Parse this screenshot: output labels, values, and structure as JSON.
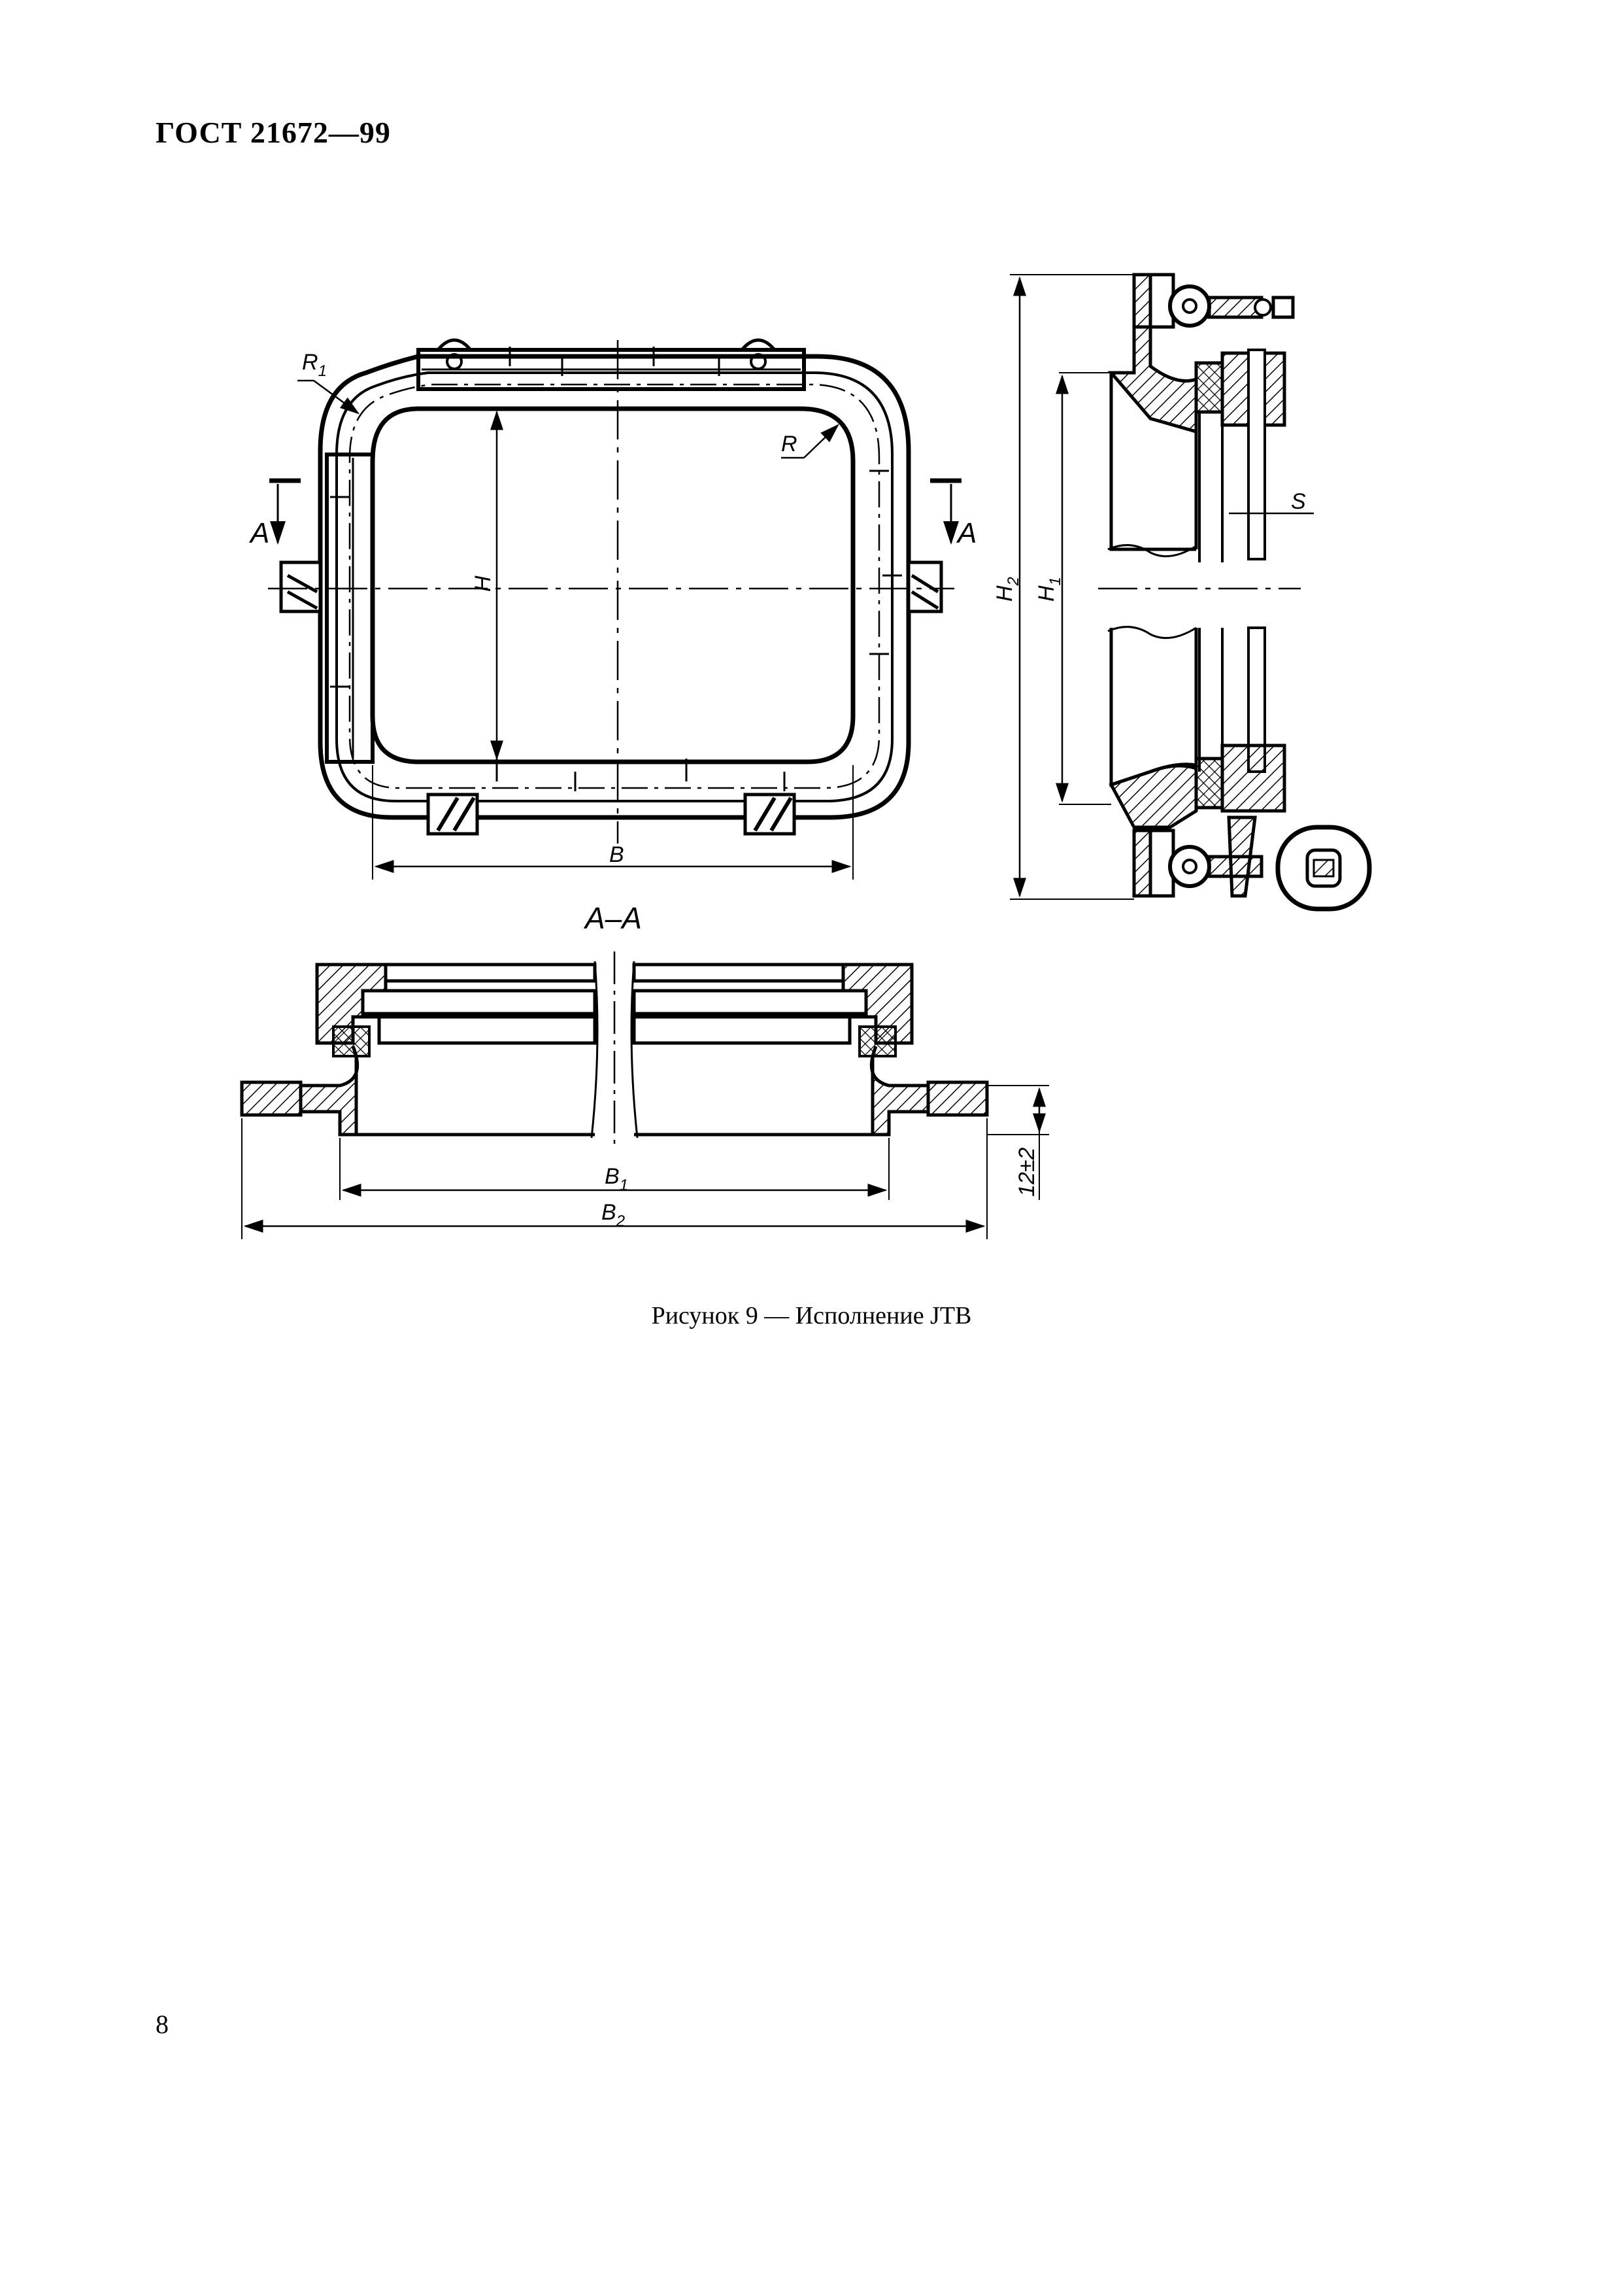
{
  "document": {
    "header": "ГОСТ 21672—99",
    "caption": "Рисунок 9 — Исполнение JTB",
    "page_number": "8"
  },
  "drawing": {
    "front_view": {
      "labels": {
        "r1": "R",
        "r1_sub": "1",
        "r": "R",
        "h": "H",
        "b": "B",
        "section_mark": "A"
      }
    },
    "side_view": {
      "labels": {
        "h1": "H",
        "h1_sub": "1",
        "h2": "H",
        "h2_sub": "2",
        "s": "S"
      }
    },
    "section_view": {
      "title": "A–A",
      "labels": {
        "b1": "B",
        "b1_sub": "1",
        "b2": "B",
        "b2_sub": "2",
        "height": "12±2"
      }
    }
  }
}
